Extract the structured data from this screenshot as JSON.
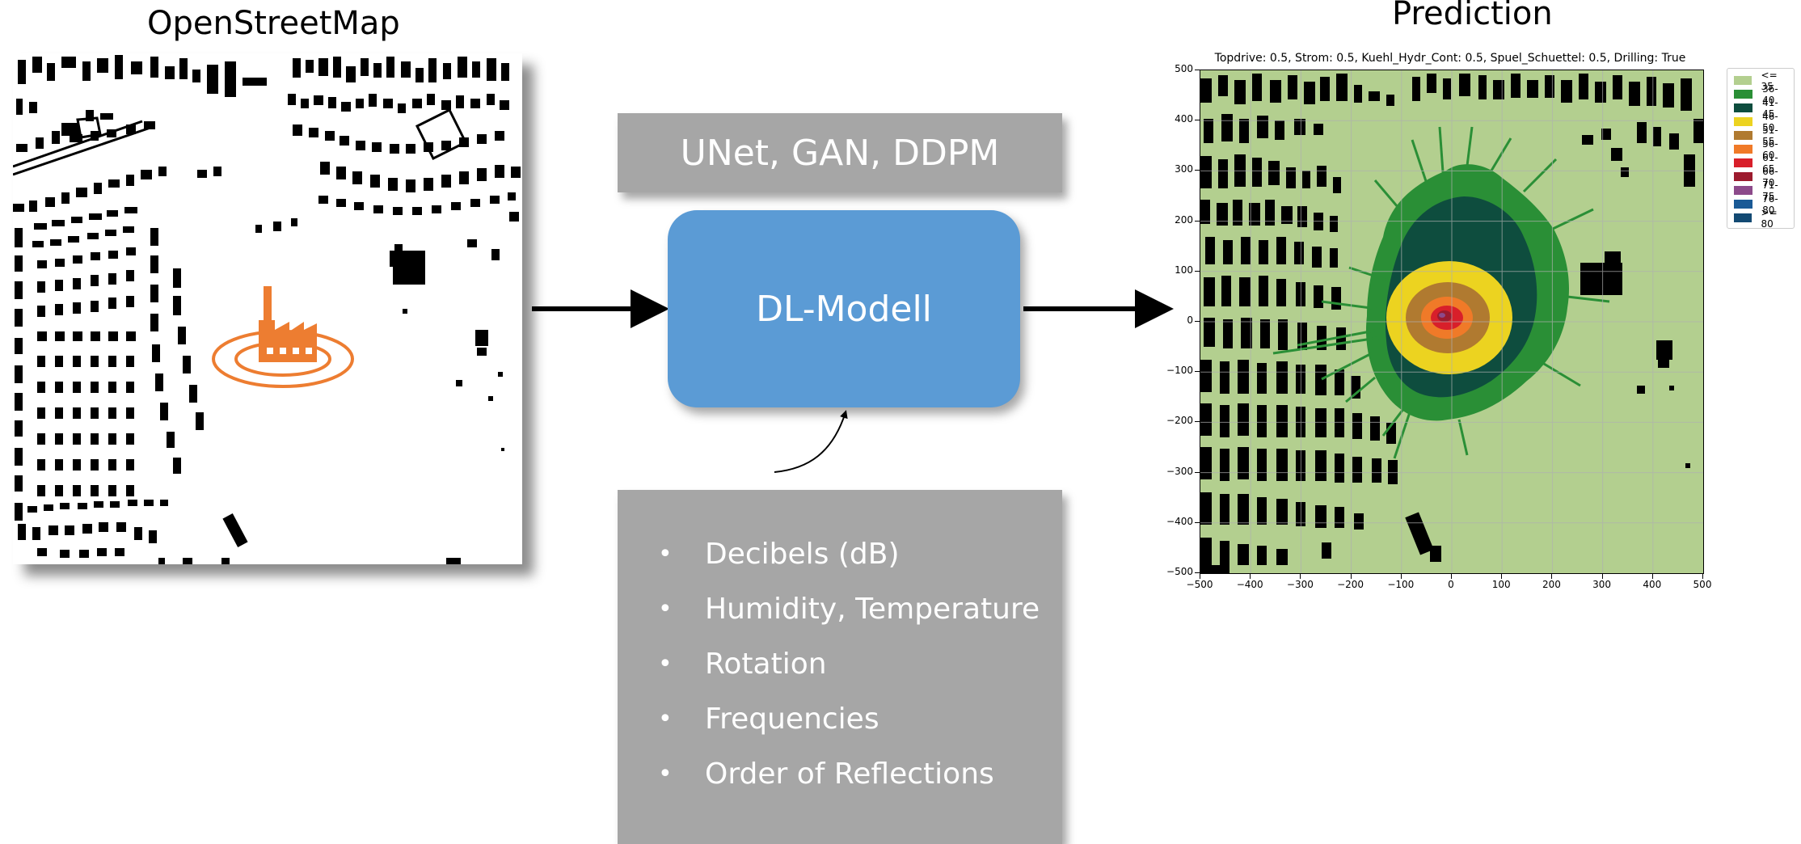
{
  "left_panel": {
    "title": "OpenStreetMap",
    "icon": "factory-icon"
  },
  "middle": {
    "models_label": "UNet, GAN, DDPM",
    "dl_model_label": "DL-Modell",
    "parameters": [
      {
        "bullet": "•",
        "text": "Decibels (dB)"
      },
      {
        "bullet": "•",
        "text": "Humidity, Temperature"
      },
      {
        "bullet": "•",
        "text": "Rotation"
      },
      {
        "bullet": "•",
        "text": "Frequencies"
      },
      {
        "bullet": "•",
        "text": "Order of Reflections"
      }
    ]
  },
  "right_panel": {
    "title": "Prediction",
    "plot_title": "Topdrive: 0.5, Strom: 0.5, Kuehl_Hydr_Cont: 0.5, Spuel_Schuettel: 0.5, Drilling: True",
    "x_ticks": [
      "−500",
      "−400",
      "−300",
      "−200",
      "−100",
      "0",
      "100",
      "200",
      "300",
      "400",
      "500"
    ],
    "y_ticks": [
      "500",
      "400",
      "300",
      "200",
      "100",
      "0",
      "−100",
      "−200",
      "−300",
      "−400",
      "−500"
    ]
  },
  "chart_data": {
    "type": "heatmap",
    "title": "Topdrive: 0.5, Strom: 0.5, Kuehl_Hydr_Cont: 0.5, Spuel_Schuettel: 0.5, Drilling: True",
    "xlim": [
      -500,
      500
    ],
    "ylim": [
      -500,
      500
    ],
    "grid": true,
    "legend_placement": "outside-right",
    "legend": [
      {
        "label": "<= 35",
        "color": "#b3cf8f"
      },
      {
        "label": "36-40",
        "color": "#2a8f36"
      },
      {
        "label": "41-45",
        "color": "#0e4d3e"
      },
      {
        "label": "46-50",
        "color": "#ecd320"
      },
      {
        "label": "51-55",
        "color": "#b07a30"
      },
      {
        "label": "56-60",
        "color": "#f07a28"
      },
      {
        "label": "61-65",
        "color": "#d81f2a"
      },
      {
        "label": "66-70",
        "color": "#9c1b2e"
      },
      {
        "label": "71-75",
        "color": "#8c4a8a"
      },
      {
        "label": "76-80",
        "color": "#1a5a96"
      },
      {
        "label": ">= 80",
        "color": "#134a73"
      }
    ]
  }
}
